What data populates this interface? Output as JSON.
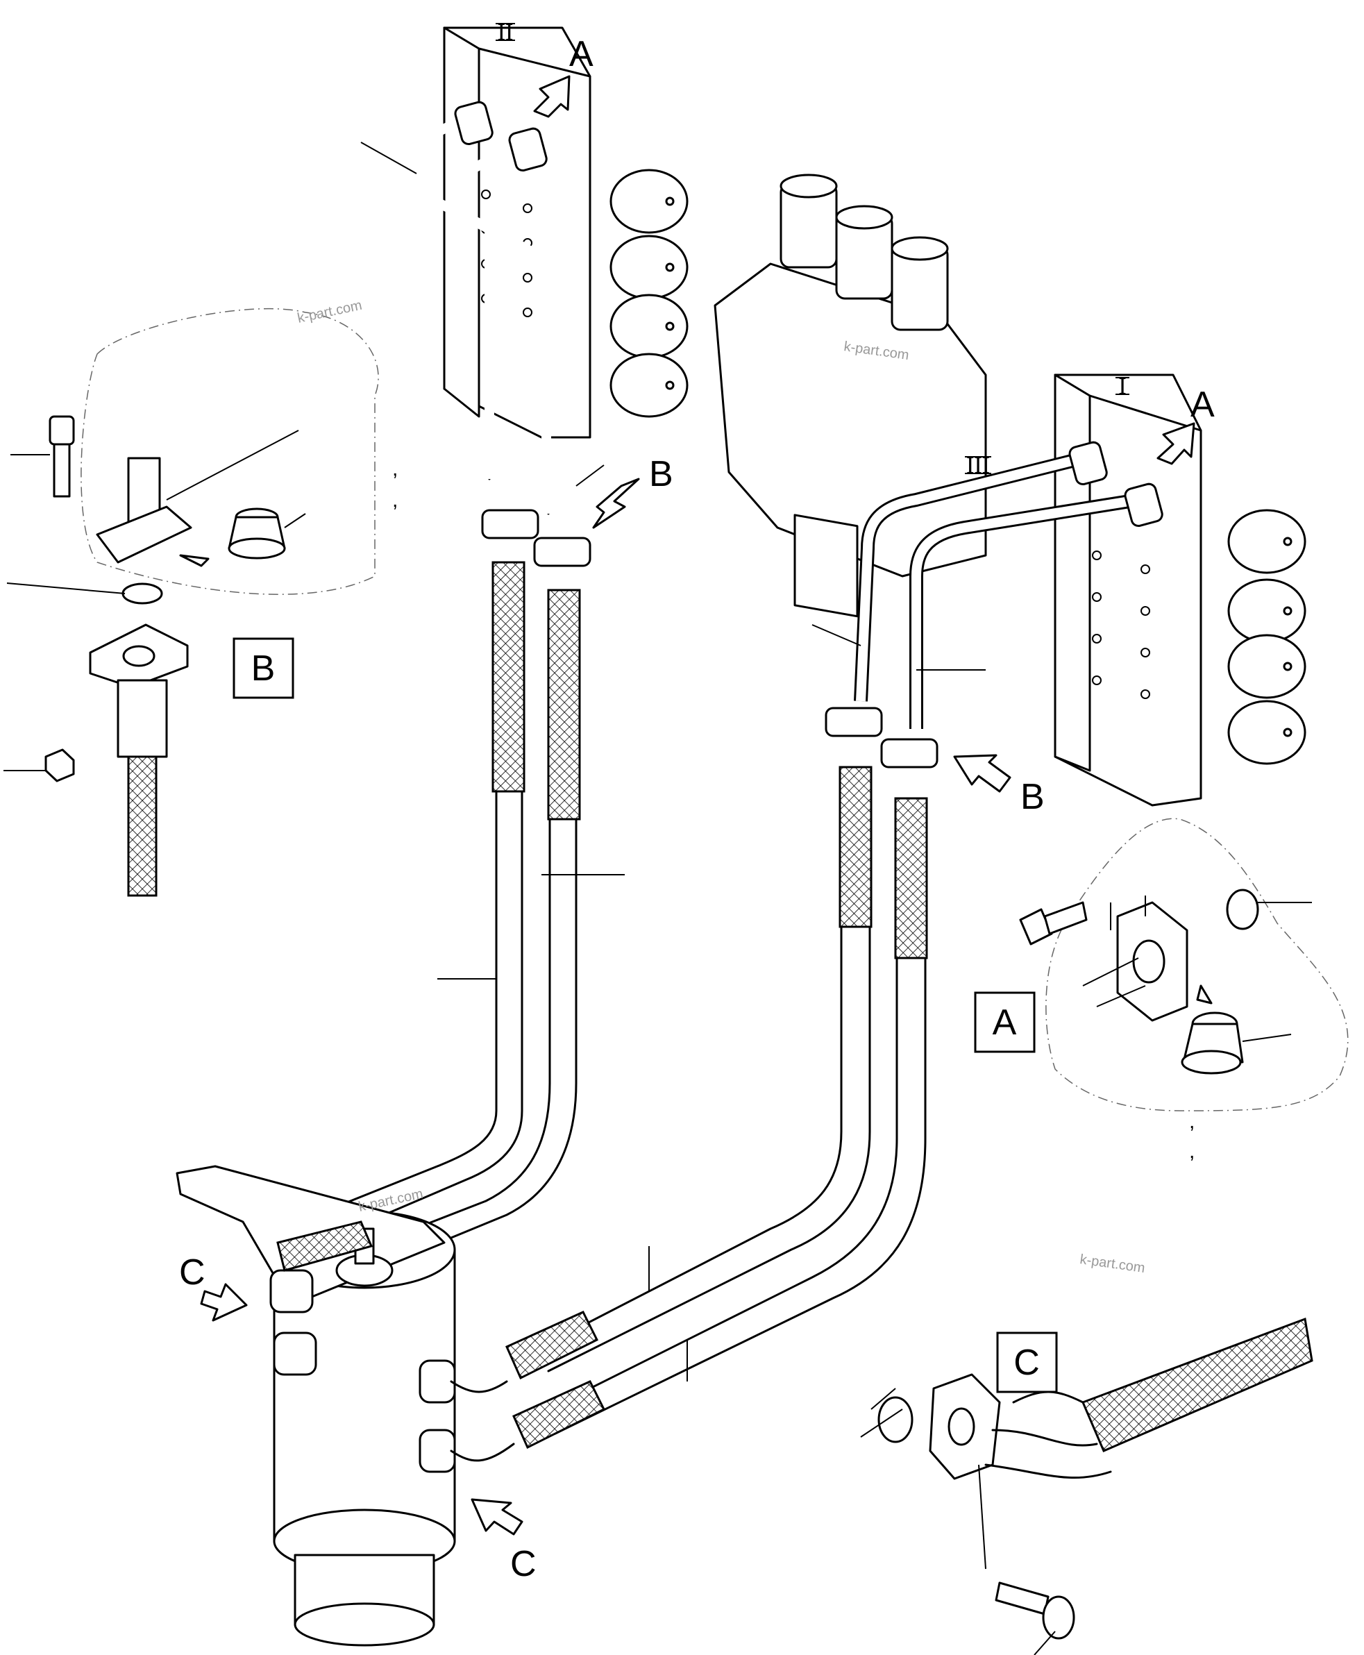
{
  "callouts": {
    "arrow_A": "A",
    "arrow_B": "B",
    "arrow_C": "C"
  },
  "detail_boxes": {
    "A": "A",
    "B": "B",
    "C": "C"
  },
  "valve_numerals": {
    "valve_1": "I",
    "valve_2": "II",
    "valve_3": "III"
  },
  "separators": {
    "comma": ","
  },
  "watermarks": {
    "text": "k-part.com"
  }
}
